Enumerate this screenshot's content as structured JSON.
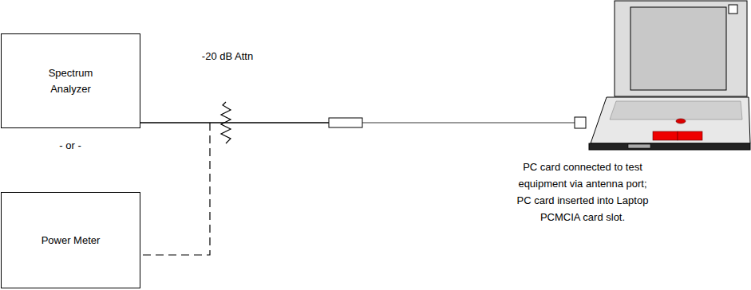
{
  "diagram": {
    "nodes": [
      {
        "text": [
          "Spectrum Analyzer"
        ]
      },
      {
        "text": [
          "Power Meter"
        ]
      }
    ],
    "labels": [
      "-20 dB Attn",
      "- or -",
      "PC card connected to test equipment via antenna port; PC card inserted into Laptop PCMCIA card slot."
    ]
  }
}
